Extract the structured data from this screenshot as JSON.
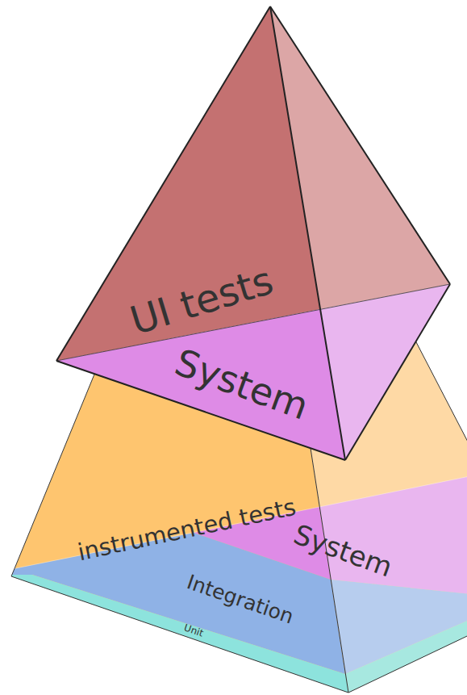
{
  "diagram": {
    "nodes": [
      {
        "text": [
          "UI tests"
        ]
      },
      {
        "text": [
          "System"
        ]
      },
      {
        "text": [
          "instrumented tests"
        ]
      },
      {
        "text": [
          "System"
        ]
      },
      {
        "text": [
          "Integration"
        ]
      },
      {
        "text": [
          "Unit"
        ]
      }
    ]
  }
}
